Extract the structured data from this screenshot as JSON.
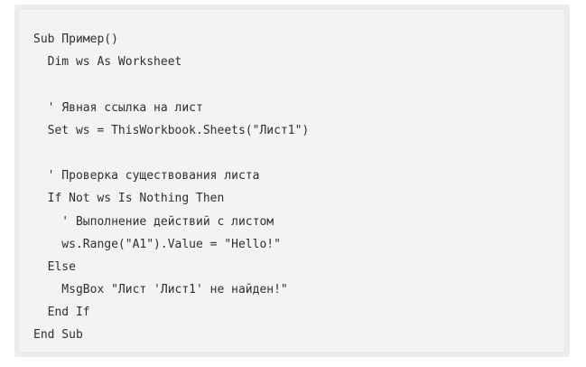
{
  "code": {
    "lines": [
      "Sub Пример()",
      "  Dim ws As Worksheet",
      "",
      "  ' Явная ссылка на лист",
      "  Set ws = ThisWorkbook.Sheets(\"Лист1\")",
      "",
      "  ' Проверка существования листа",
      "  If Not ws Is Nothing Then",
      "    ' Выполнение действий с листом",
      "    ws.Range(\"A1\").Value = \"Hello!\"",
      "  Else",
      "    MsgBox \"Лист 'Лист1' не найден!\"",
      "  End If",
      "End Sub"
    ]
  },
  "colors": {
    "frame": "#ececec",
    "background": "#f3f3f3",
    "text": "#2f2f2f"
  }
}
